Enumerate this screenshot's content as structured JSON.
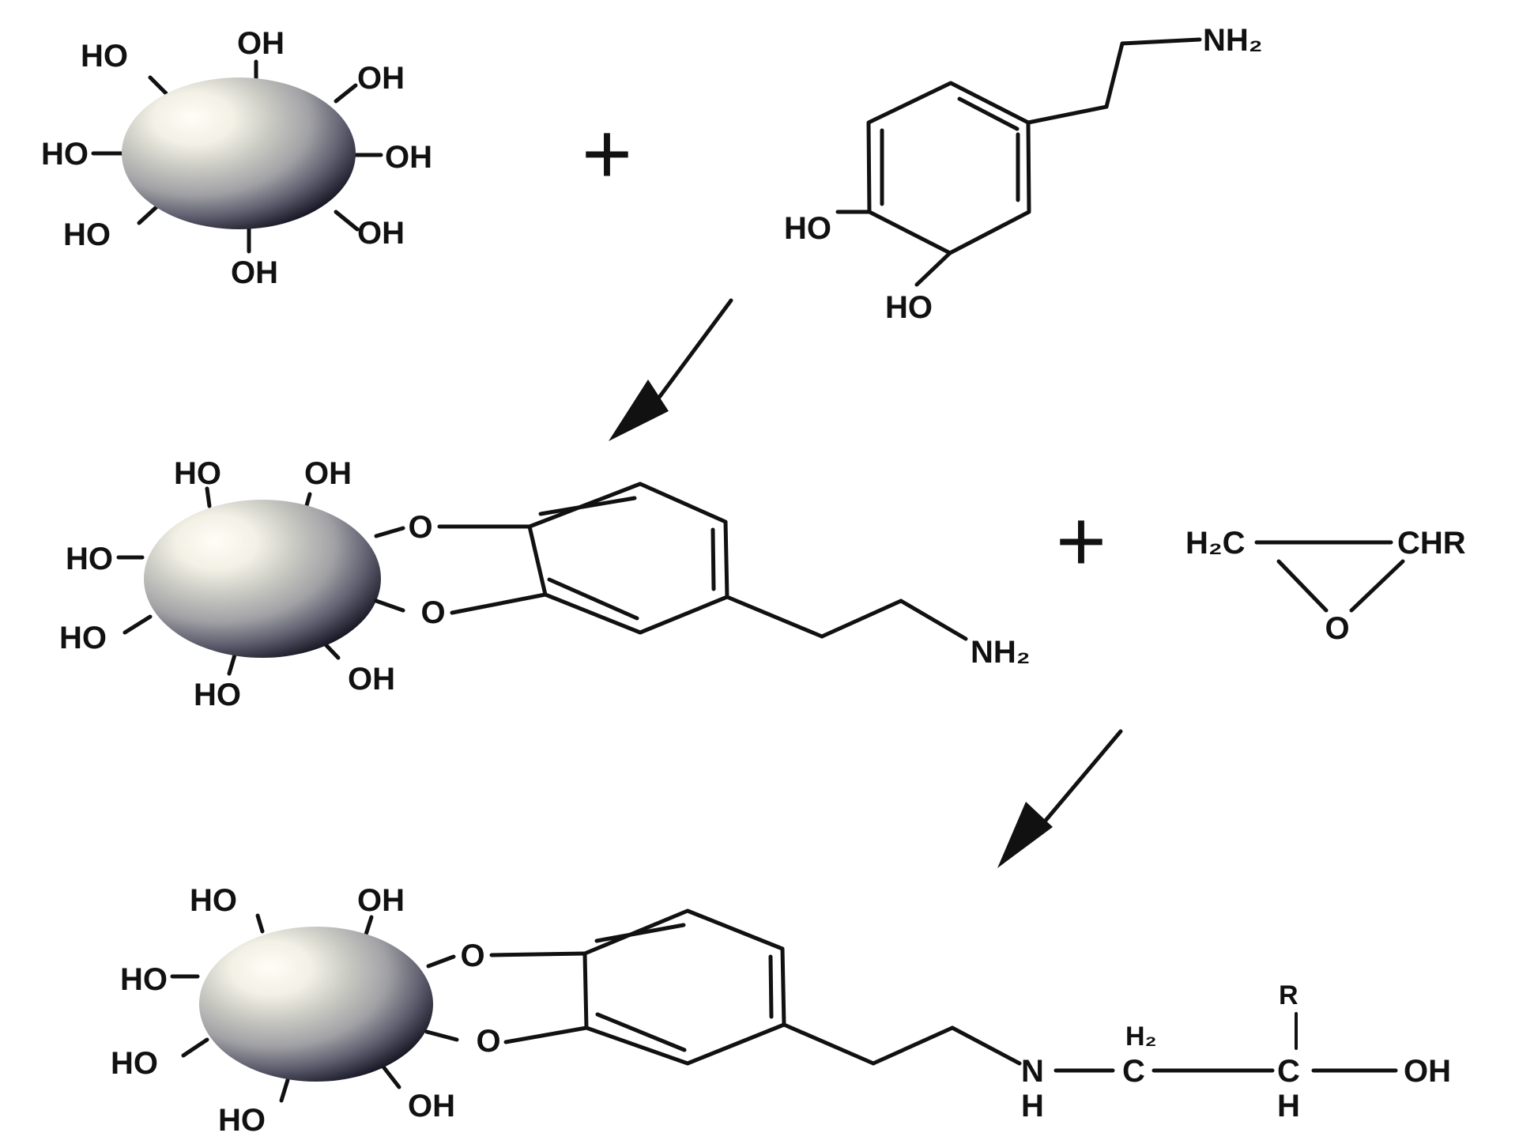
{
  "labels": {
    "hydroxyl_right": "OH",
    "hydroxyl_left": "HO",
    "amine": "NH₂",
    "ether_o": "O",
    "plus": "+",
    "epoxide_ch2": "H₂C",
    "epoxide_chr": "CHR",
    "epoxide_o": "O",
    "amine_n": "N",
    "hydrogen": "H",
    "h2_sub": "H₂",
    "carbon": "C",
    "r_group": "R",
    "terminal_oh": "OH"
  },
  "colors": {
    "ink": "#111111",
    "sphere_highlight": "#fffdf5",
    "sphere_mid": "#a6a6a6",
    "sphere_shadow": "#0d0d1a"
  }
}
